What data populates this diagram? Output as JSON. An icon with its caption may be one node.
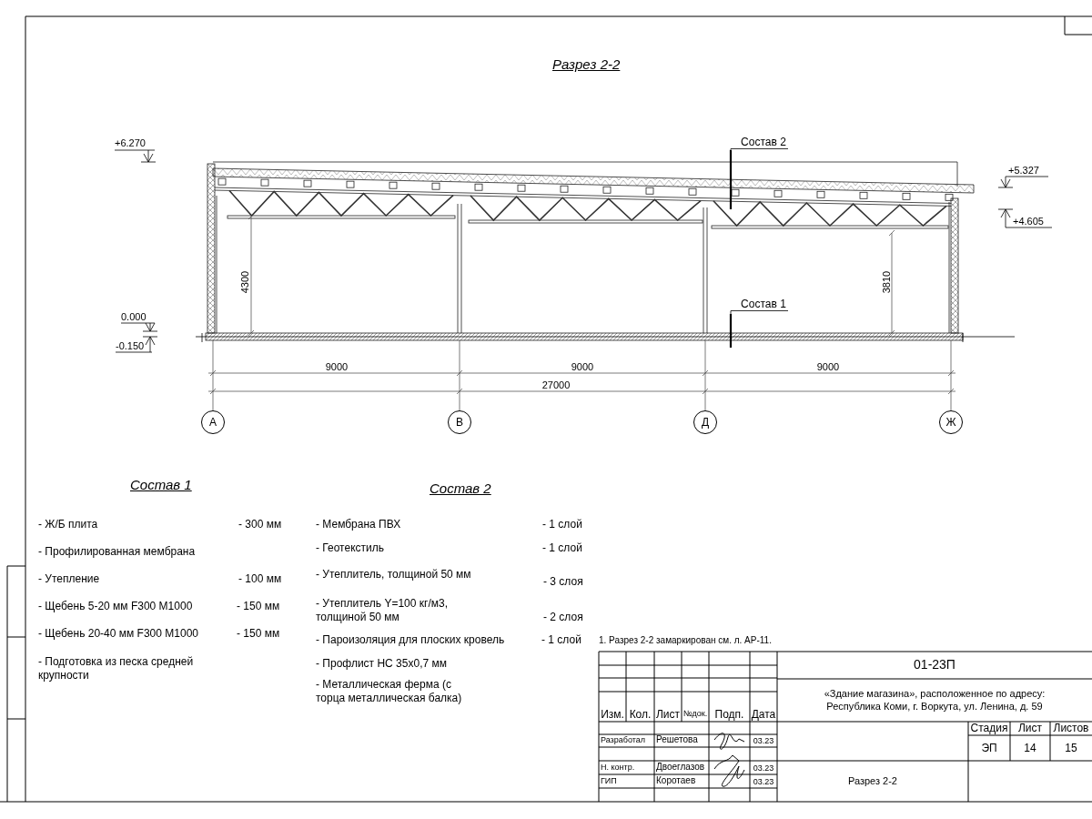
{
  "diagram": {
    "title": "Разрез 2-2",
    "nodes": [
      {
        "text": [
          "Состав 2"
        ]
      },
      {
        "text": [
          "Состав 1"
        ]
      },
      {
        "text": [
          "А"
        ]
      },
      {
        "text": [
          "В"
        ]
      },
      {
        "text": [
          "Д"
        ]
      },
      {
        "text": [
          "Ж"
        ]
      }
    ],
    "edges": [
      {
        "from": 0,
        "to": null,
        "arrow": "none"
      },
      {
        "from": 1,
        "to": null,
        "arrow": "none"
      }
    ],
    "labels": [
      "+6.270",
      "+5.327",
      "+4.605",
      "4300",
      "3810",
      "0.000",
      "-0.150",
      "9000",
      "9000",
      "9000",
      "27000",
      "Состав 1",
      "Состав 2",
      "- Ж/Б плита",
      "- 300 мм",
      "- Профилированная мембрана",
      "- Утепление",
      "- 100 мм",
      "-  Щебень 5-20 мм F300 M1000",
      "- 150 мм",
      "-  Щебень 20-40 мм F300 M1000",
      "- 150 мм",
      "- Подготовка из песка средней крупности",
      "- Мембрана ПВХ",
      "- 1 слой",
      "- Геотекстиль",
      "- 1 слой",
      "- Утеплитель, толщиной 50 мм",
      "- 3 слоя",
      "- Утеплитель Y=100 кг/м3, толщиной 50 мм",
      "- 2 слоя",
      "- Пароизоляция для плоских кровель",
      "- 1 слой",
      "- Профлист НС 35х0,7 мм",
      "- Металлическая ферма (с торца металлическая балка)",
      "1. Разрез 2-2 замаркирован см. л. АР-11.",
      "01-23П",
      "«Здание магазина», расположенное по адресу: Республика Коми, г. Воркута, ул. Ленина, д. 59",
      "Изм.",
      "Кол.",
      "Лист",
      "№док.",
      "Подп.",
      "Дата",
      "Разработал",
      "Решетова",
      "03.23",
      "Стадия",
      "Лист",
      "Листов",
      "ЭП",
      "14",
      "15",
      "Н. контр.",
      "Двоеглазов",
      "03.23",
      "ГИП",
      "Коротаев",
      "03.23",
      "Разрез 2-2"
    ]
  }
}
